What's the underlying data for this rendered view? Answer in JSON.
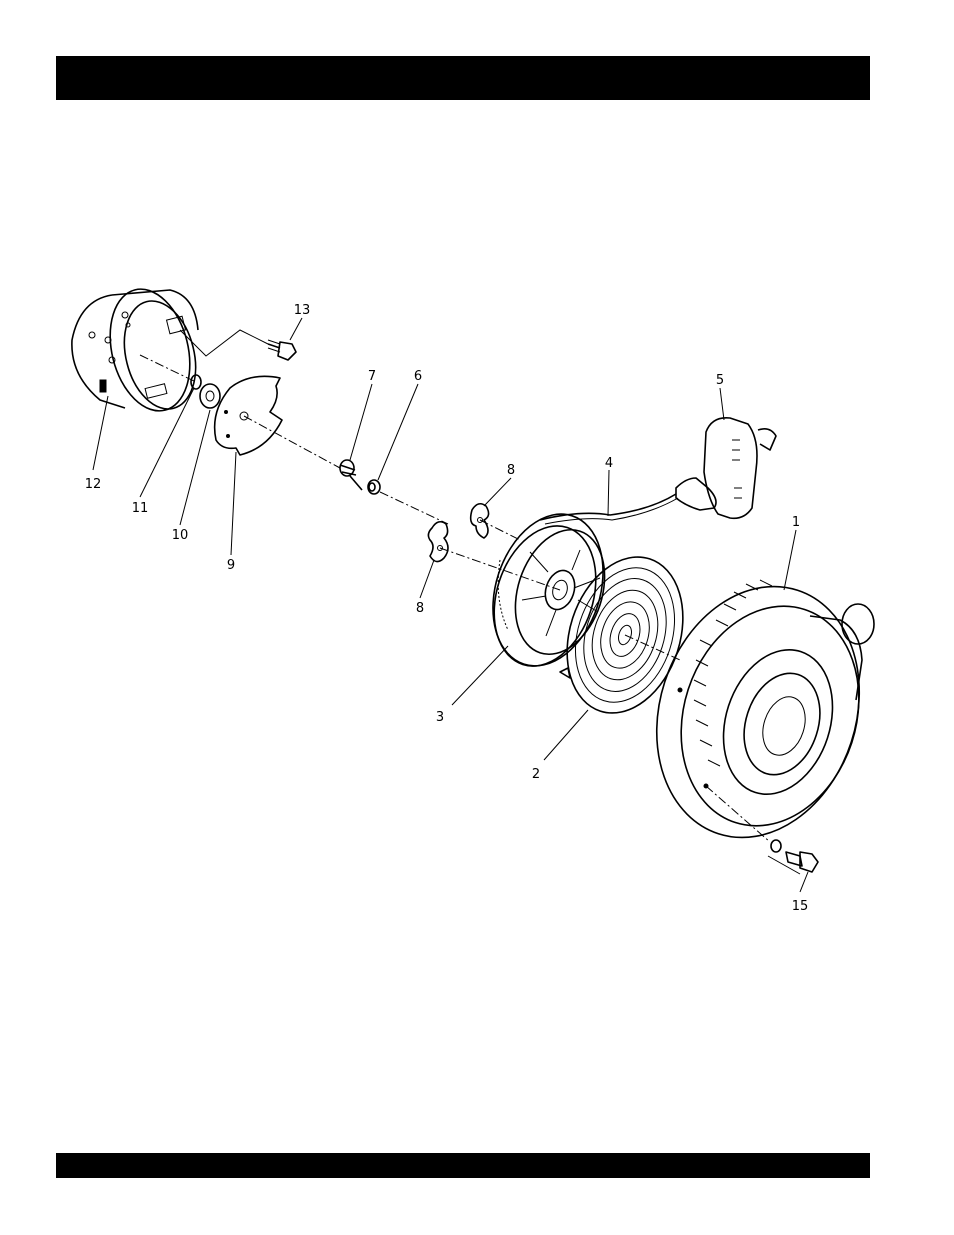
{
  "header_bar": {
    "text": ""
  },
  "footer_bar": {
    "text": ""
  },
  "diagram": {
    "callouts": [
      {
        "id": "13",
        "label": "13"
      },
      {
        "id": "7",
        "label": "7"
      },
      {
        "id": "6",
        "label": "6"
      },
      {
        "id": "5",
        "label": "5"
      },
      {
        "id": "4",
        "label": "4"
      },
      {
        "id": "8a",
        "label": "8"
      },
      {
        "id": "8b",
        "label": "8"
      },
      {
        "id": "1",
        "label": "1"
      },
      {
        "id": "12",
        "label": "12"
      },
      {
        "id": "11",
        "label": "11"
      },
      {
        "id": "10",
        "label": "10"
      },
      {
        "id": "9",
        "label": "9"
      },
      {
        "id": "3",
        "label": "3"
      },
      {
        "id": "2",
        "label": "2"
      },
      {
        "id": "15",
        "label": "15"
      }
    ]
  }
}
